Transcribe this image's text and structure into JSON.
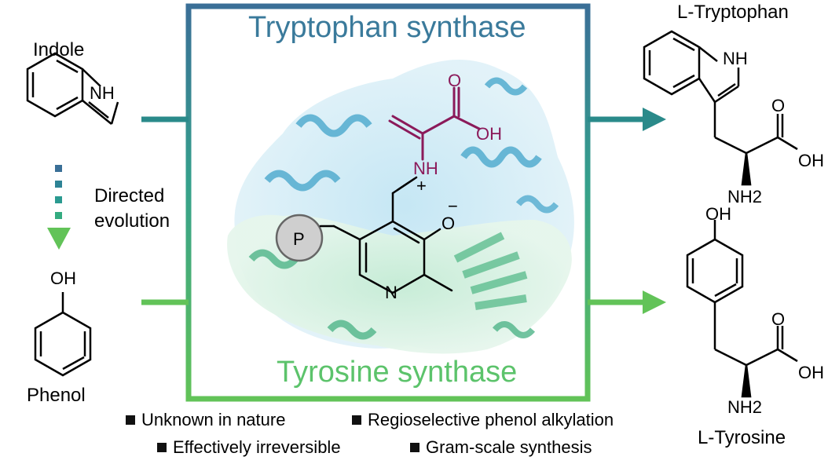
{
  "titles": {
    "top": "Tryptophan synthase",
    "bottom": "Tyrosine synthase"
  },
  "substrates": {
    "indole": "Indole",
    "phenol": "Phenol",
    "evolution_line1": "Directed",
    "evolution_line2": "evolution"
  },
  "products": {
    "tryptophan": "L-Tryptophan",
    "tyrosine": "L-Tyrosine"
  },
  "atoms": {
    "nh": "NH",
    "oh": "OH",
    "o": "O",
    "nh2": "NH2",
    "n": "N",
    "p": "P",
    "o_minus": "O",
    "plus": "+",
    "minus": "−"
  },
  "features": [
    "Unknown in nature",
    "Regioselective phenol alkylation",
    "Effectively irreversible",
    "Gram-scale synthesis"
  ],
  "colors": {
    "blue": "#3a7a9b",
    "teal": "#2a8a8a",
    "green": "#5cc36b",
    "plp_purple": "#8b1a5a",
    "protein_blue": "#5ab4d6",
    "protein_green": "#5dbb8a"
  }
}
